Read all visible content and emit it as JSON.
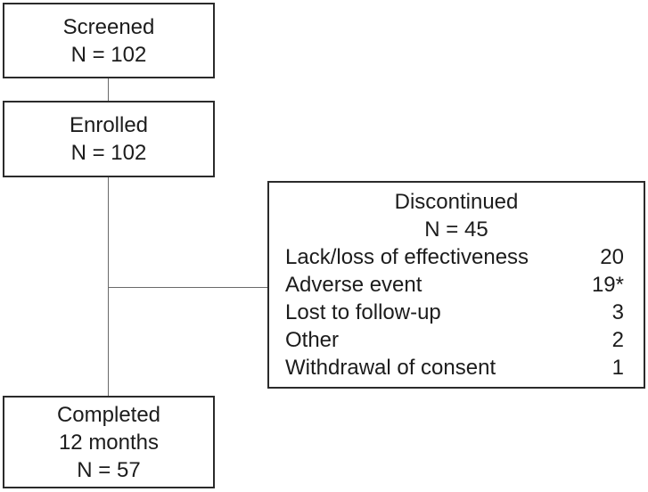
{
  "diagram": {
    "type": "patient-flow-diagram",
    "boxes": {
      "screened": {
        "lines": [
          "Screened",
          "N = 102"
        ]
      },
      "enrolled": {
        "lines": [
          "Enrolled",
          "N = 102"
        ]
      },
      "discontinued": {
        "title": "Discontinued",
        "subtitle": "N = 45",
        "reasons": [
          {
            "label": "Lack/loss of effectiveness",
            "value": "20",
            "asterisk": ""
          },
          {
            "label": "Adverse event",
            "value": "19",
            "asterisk": "*"
          },
          {
            "label": "Lost to follow-up",
            "value": "3",
            "asterisk": ""
          },
          {
            "label": "Other",
            "value": "2",
            "asterisk": ""
          },
          {
            "label": "Withdrawal of consent",
            "value": "1",
            "asterisk": ""
          }
        ]
      },
      "completed": {
        "lines": [
          "Completed",
          "12 months",
          "N = 57"
        ]
      }
    },
    "colors": {
      "background": "#ffffff",
      "box_border": "#2b2b2b",
      "connector_line": "#6a6a6a",
      "text": "#1c1c1c"
    }
  }
}
